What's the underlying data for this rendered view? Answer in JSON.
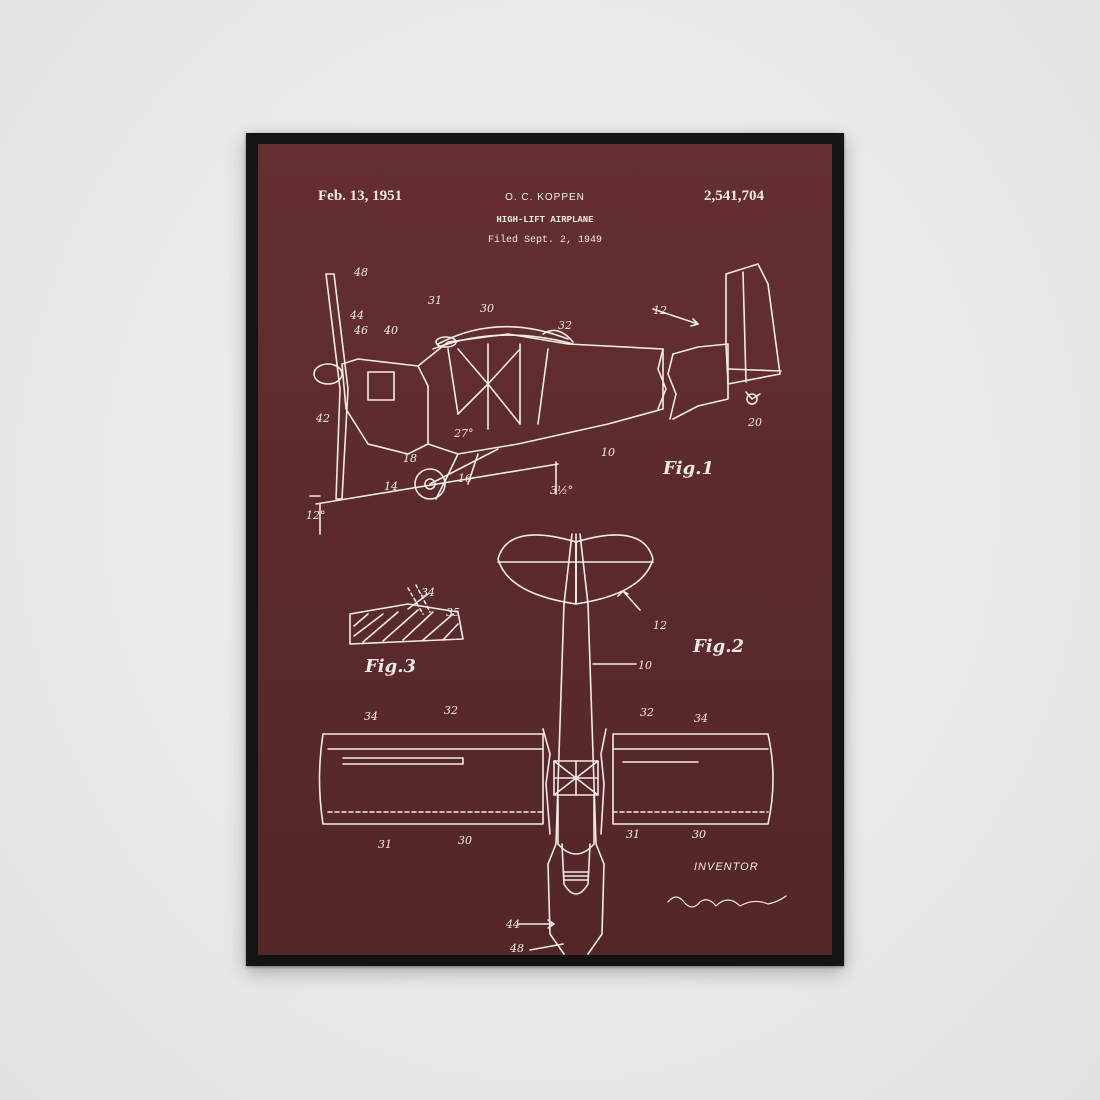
{
  "patent": {
    "date": "Feb. 13, 1951",
    "inventor": "O. C. KOPPEN",
    "number": "2,541,704",
    "title": "HIGH-LIFT AIRPLANE",
    "filed": "Filed Sept. 2, 1949"
  },
  "figures": {
    "fig1": "Fig.1",
    "fig2": "Fig.2",
    "fig3": "Fig.3"
  },
  "inventor_label": "INVENTOR",
  "signature": "Otto C. Koppen",
  "colors": {
    "poster": "#5c2a2c",
    "frame": "#141414",
    "ink": "#f3ece6",
    "wall": "#ececec"
  },
  "refs": {
    "r48": "48",
    "r44": "44",
    "r46": "46",
    "r40": "40",
    "r31": "31",
    "r30": "30",
    "r32": "32",
    "r12": "12",
    "r42": "42",
    "r27": "27°",
    "r18": "18",
    "r10": "10",
    "r20": "20",
    "r14": "14",
    "r16": "16",
    "r3": "3½°",
    "r12deg": "12°",
    "f3_34": "34",
    "f3_35": "35",
    "f2_12": "12",
    "f2_10": "10",
    "f2_34l": "34",
    "f2_32l": "32",
    "f2_32r": "32",
    "f2_34r": "34",
    "f2_31l": "31",
    "f2_30l": "30",
    "f2_31r": "31",
    "f2_30r": "30",
    "f2_44": "44",
    "f2_48": "48"
  }
}
